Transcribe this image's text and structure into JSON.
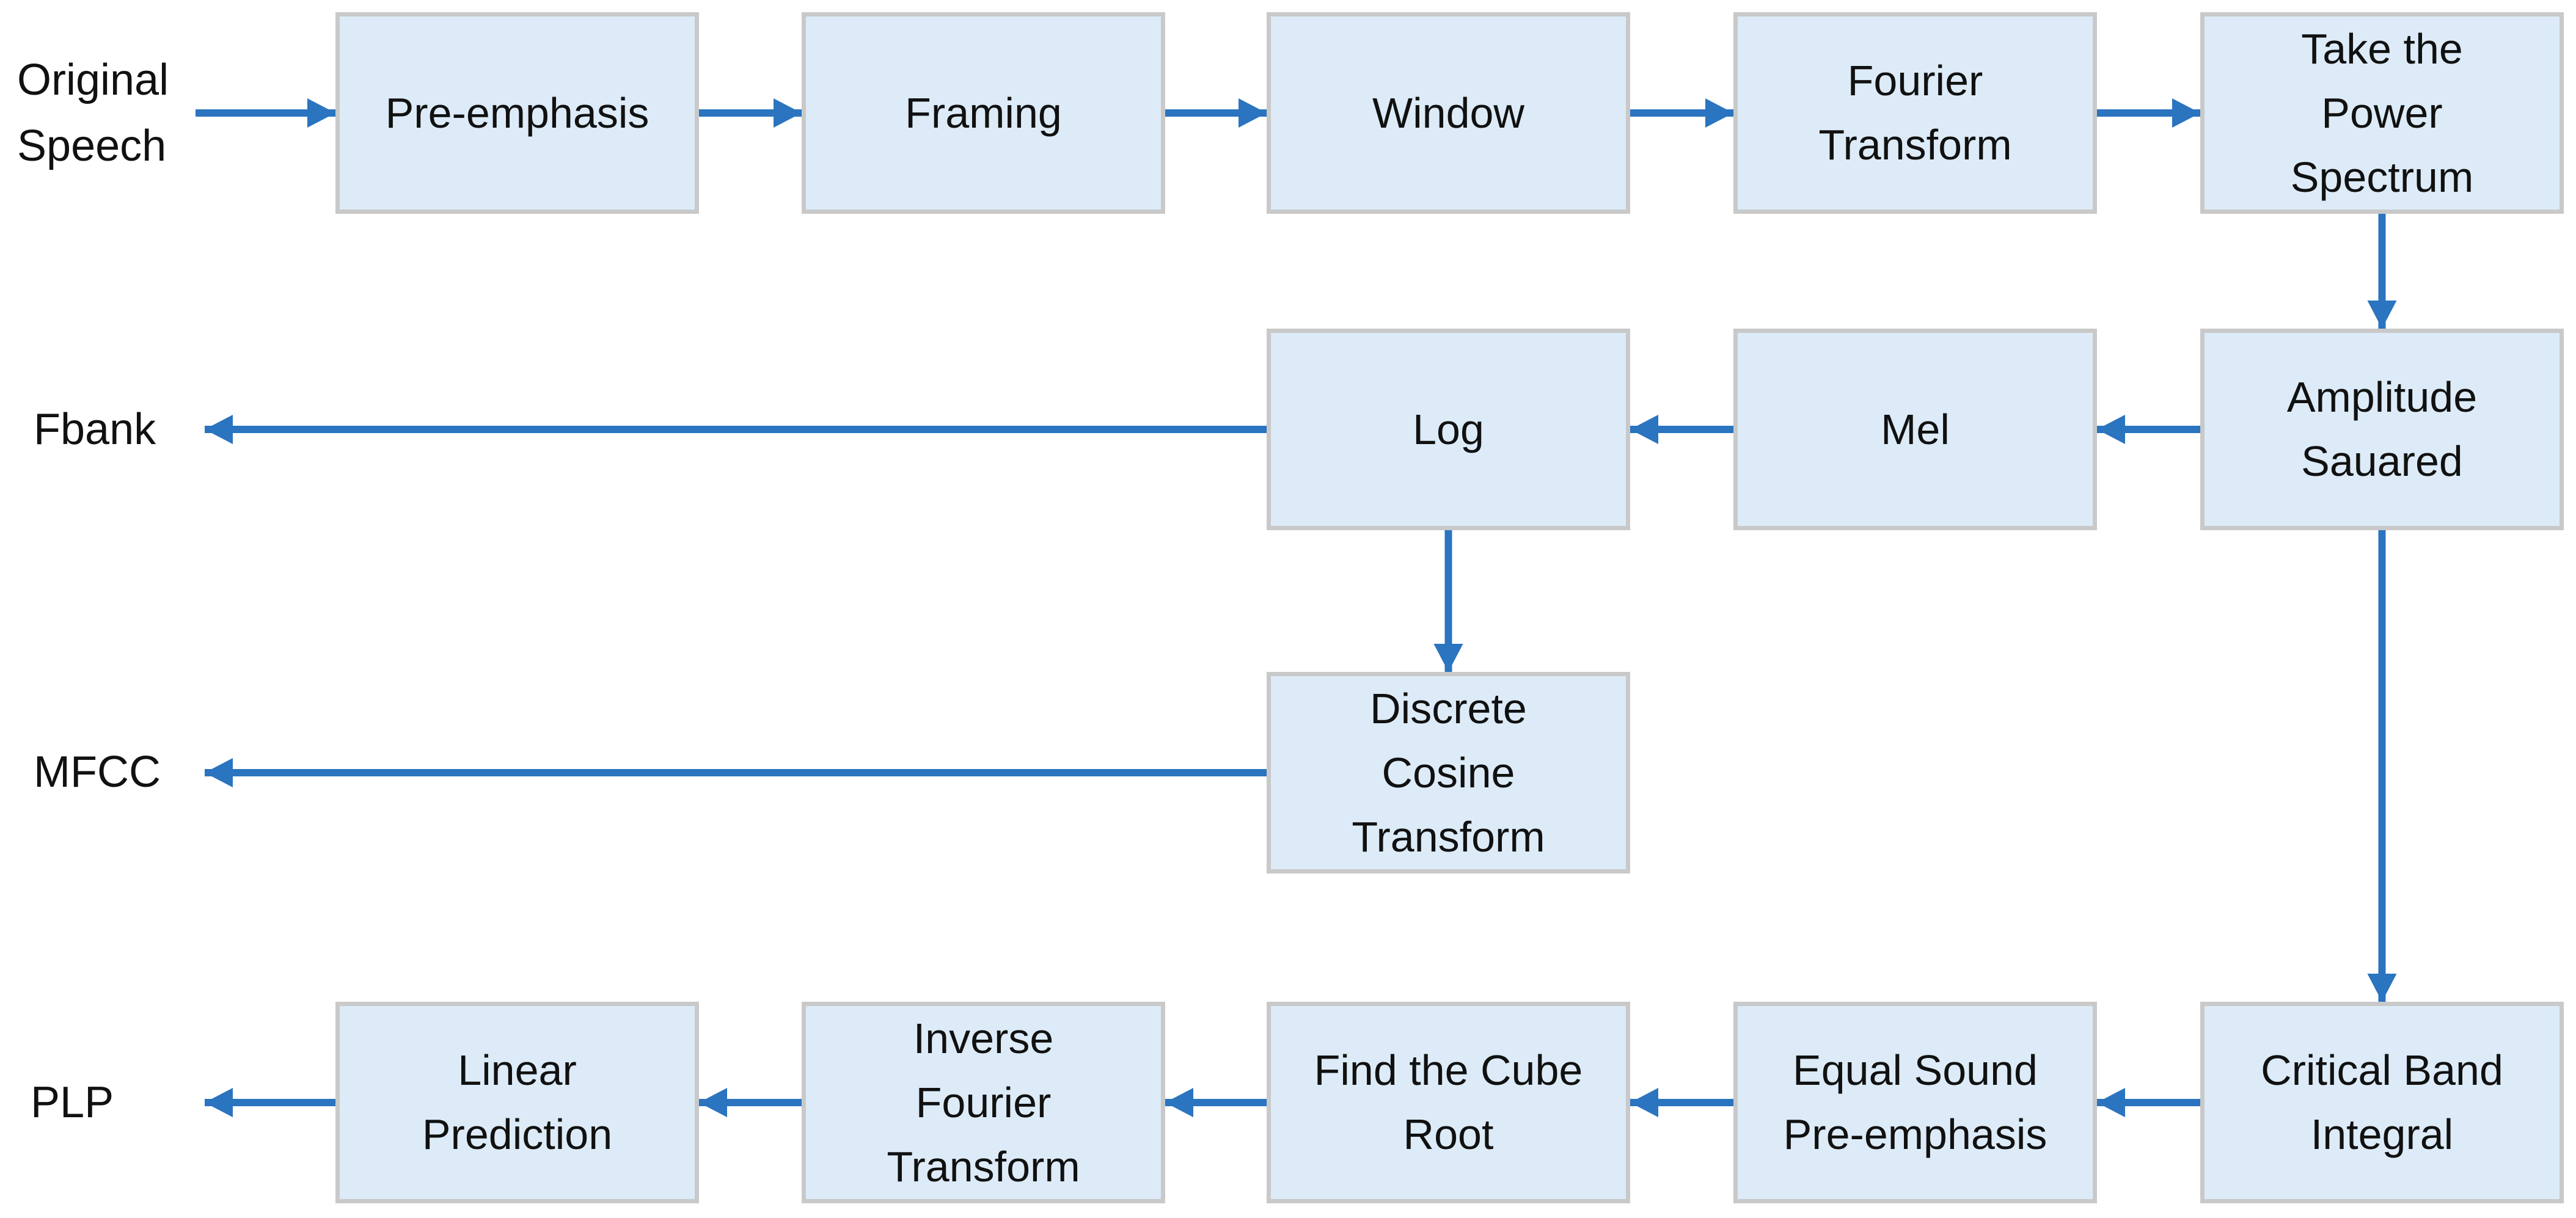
{
  "diagram": {
    "title_hint": "speech-feature-extraction-flowchart",
    "colors": {
      "background": "#ffffff",
      "node_fill": "#dcebf7",
      "node_border": "#c9c9c9",
      "arrow": "#2a74c0",
      "text": "#111111"
    },
    "nodes": [
      {
        "id": "pre_emphasis",
        "label": "Pre-emphasis",
        "row": 0,
        "col": 0
      },
      {
        "id": "framing",
        "label": "Framing",
        "row": 0,
        "col": 1
      },
      {
        "id": "window",
        "label": "Window",
        "row": 0,
        "col": 2
      },
      {
        "id": "fourier",
        "label": "Fourier\nTransform",
        "row": 0,
        "col": 3
      },
      {
        "id": "power",
        "label": "Take the\nPower\nSpectrum",
        "row": 0,
        "col": 4
      },
      {
        "id": "log",
        "label": "Log",
        "row": 1,
        "col": 2
      },
      {
        "id": "mel",
        "label": "Mel",
        "row": 1,
        "col": 3
      },
      {
        "id": "amplitude",
        "label": "Amplitude\nSauared",
        "row": 1,
        "col": 4
      },
      {
        "id": "dct",
        "label": "Discrete\nCosine\nTransform",
        "row": 2,
        "col": 2
      },
      {
        "id": "linear",
        "label": "Linear\nPrediction",
        "row": 3,
        "col": 0
      },
      {
        "id": "ifft",
        "label": "Inverse\nFourier\nTransform",
        "row": 3,
        "col": 1
      },
      {
        "id": "cube",
        "label": "Find the Cube\nRoot",
        "row": 3,
        "col": 2
      },
      {
        "id": "equal",
        "label": "Equal Sound\nPre-emphasis",
        "row": 3,
        "col": 3
      },
      {
        "id": "critical",
        "label": "Critical Band\nIntegral",
        "row": 3,
        "col": 4
      }
    ],
    "side_labels": [
      {
        "id": "original_speech",
        "text": "Original\nSpeech"
      },
      {
        "id": "fbank",
        "text": "Fbank"
      },
      {
        "id": "mfcc",
        "text": "MFCC"
      },
      {
        "id": "plp",
        "text": "PLP"
      }
    ],
    "edges": [
      {
        "from": "label:original_speech",
        "to": "pre_emphasis"
      },
      {
        "from": "pre_emphasis",
        "to": "framing"
      },
      {
        "from": "framing",
        "to": "window"
      },
      {
        "from": "window",
        "to": "fourier"
      },
      {
        "from": "fourier",
        "to": "power"
      },
      {
        "from": "power",
        "to": "amplitude"
      },
      {
        "from": "amplitude",
        "to": "mel"
      },
      {
        "from": "mel",
        "to": "log"
      },
      {
        "from": "log",
        "to": "label:fbank"
      },
      {
        "from": "log",
        "to": "dct"
      },
      {
        "from": "dct",
        "to": "label:mfcc"
      },
      {
        "from": "amplitude",
        "to": "critical"
      },
      {
        "from": "critical",
        "to": "equal"
      },
      {
        "from": "equal",
        "to": "cube"
      },
      {
        "from": "cube",
        "to": "ifft"
      },
      {
        "from": "ifft",
        "to": "linear"
      },
      {
        "from": "linear",
        "to": "label:plp"
      }
    ]
  }
}
